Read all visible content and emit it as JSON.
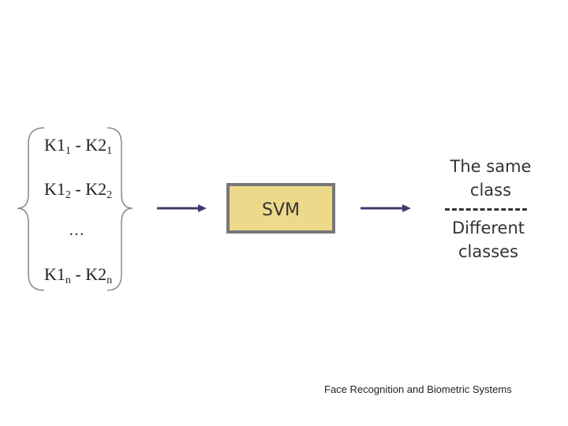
{
  "pairs": [
    {
      "a": "K1",
      "a_sub": "1",
      "sep": " - ",
      "b": "K2",
      "b_sub": "1"
    },
    {
      "a": "K1",
      "a_sub": "2",
      "sep": " - ",
      "b": "K2",
      "b_sub": "2"
    },
    {
      "a": "K1",
      "a_sub": "n",
      "sep": " - ",
      "b": "K2",
      "b_sub": "n"
    }
  ],
  "ellipsis": "…",
  "classifier": {
    "label": "SVM",
    "fill": "#ecd98a",
    "border": "#777777"
  },
  "outputs": {
    "same": "The same class",
    "different": "Different classes"
  },
  "arrow_color": "#3c3c6e",
  "footer": "Face Recognition and Biometric Systems"
}
